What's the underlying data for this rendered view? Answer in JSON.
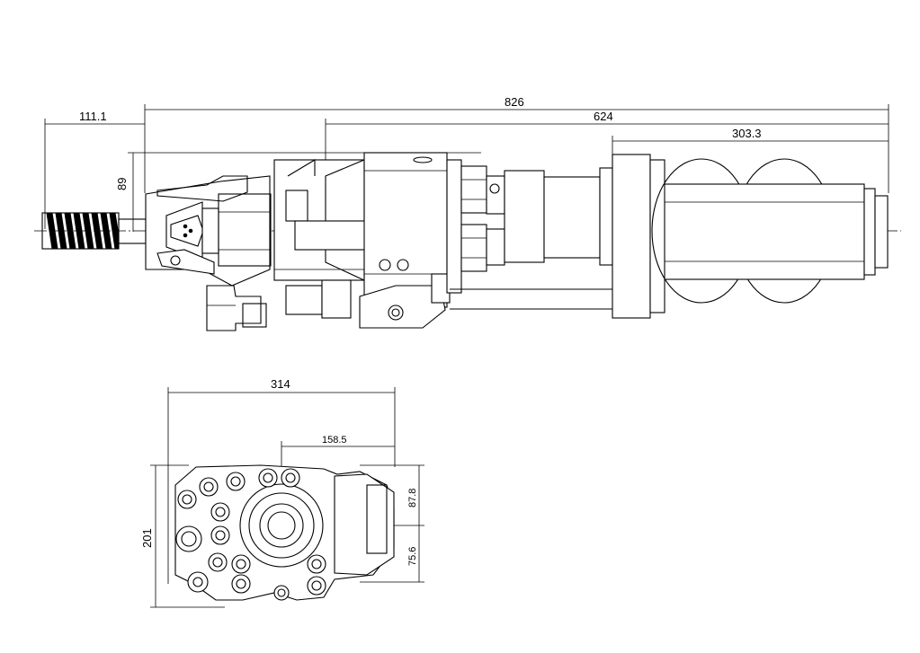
{
  "top_view": {
    "dim_overall_length": "826",
    "dim_body_length": "624",
    "dim_rear_length": "303.3",
    "dim_front_offset": "111.1",
    "dim_height_offset": "89"
  },
  "end_view": {
    "dim_width": "314",
    "dim_center_offset": "158.5",
    "dim_height": "201",
    "dim_upper": "87.8",
    "dim_lower": "75.6"
  }
}
